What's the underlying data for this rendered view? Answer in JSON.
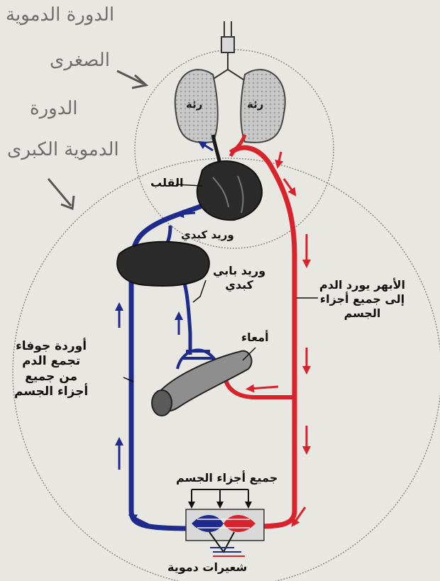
{
  "handwritten": {
    "pulmonary_line1": "الدورة الدموية",
    "pulmonary_line2": "الصغرى",
    "systemic_line1": "الدورة",
    "systemic_line2": "الدموية الكبرى"
  },
  "labels": {
    "heart": "القلب",
    "hepatic_vein": "وريد كبدي",
    "portal_vein_line1": "وريد بابي",
    "portal_vein_line2": "كبدي",
    "aorta_line1": "الأبهر يورد الدم",
    "aorta_line2": "إلى جميع أجزاء",
    "aorta_line3": "الجسم",
    "intestines": "أمعاء",
    "vena_cava_line1": "أوردة جوفاء",
    "vena_cava_line2": "تجمع الدم",
    "vena_cava_line3": "من جميع",
    "vena_cava_line4": "أجزاء الجسم",
    "all_body_parts": "جميع أجزاء الجسم",
    "capillaries": "شعيرات دموية",
    "lung_left": "رئة",
    "lung_right": "رئة"
  },
  "colors": {
    "artery": "#d8232c",
    "vein": "#1e2a8c",
    "lung": "#c4c4c4",
    "organ": "#2b2b2b",
    "intestine": "#8e8e8e",
    "circle": "#8a8a8a"
  }
}
